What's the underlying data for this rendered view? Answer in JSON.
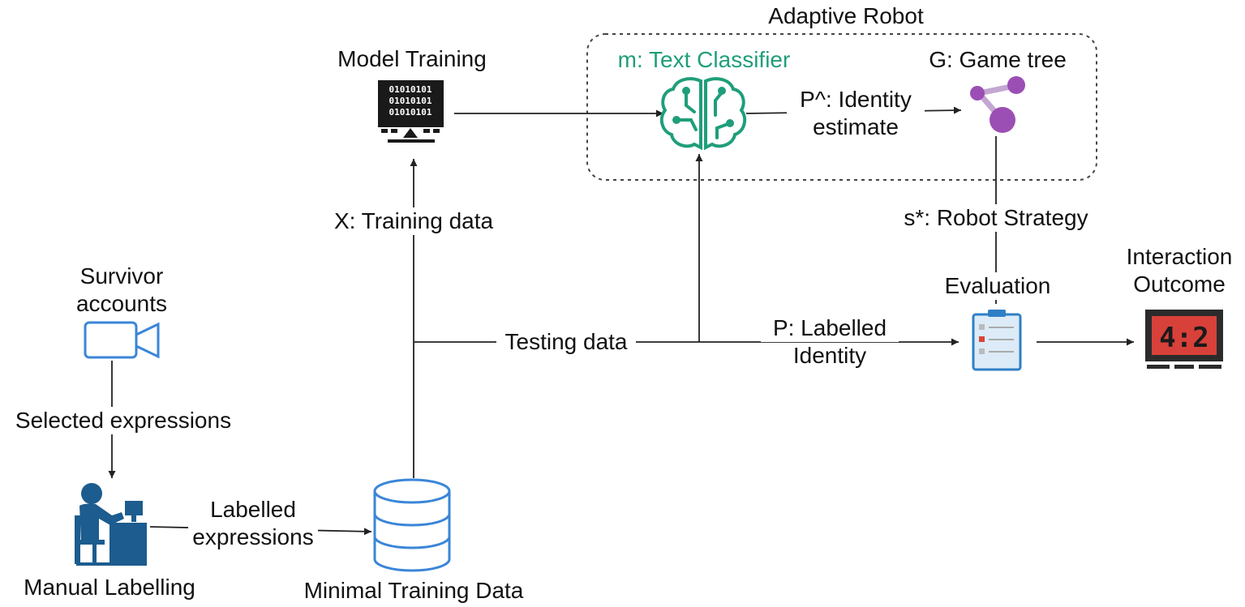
{
  "group": {
    "title": "Adaptive Robot"
  },
  "nodes": {
    "model_training": {
      "label": "Model Training"
    },
    "text_classifier": {
      "label": "m: Text Classifier"
    },
    "game_tree": {
      "label": "G: Game tree"
    },
    "survivor_accounts": {
      "line1": "Survivor",
      "line2": "accounts"
    },
    "manual_labelling": {
      "label": "Manual Labelling"
    },
    "minimal_training_data": {
      "label": "Minimal Training Data"
    },
    "evaluation": {
      "label": "Evaluation"
    },
    "interaction_outcome": {
      "line1": "Interaction",
      "line2": "Outcome",
      "score": "4:2"
    }
  },
  "edges": {
    "identity_estimate": {
      "line1": "P^: Identity",
      "line2": "estimate"
    },
    "training_data": {
      "label": "X: Training data"
    },
    "robot_strategy": {
      "label": "s*: Robot Strategy"
    },
    "testing_data": {
      "label": "Testing data"
    },
    "labelled_identity": {
      "line1": "P: Labelled",
      "line2": "Identity"
    },
    "selected_expressions": {
      "label": "Selected expressions"
    },
    "labelled_expressions": {
      "line1": "Labelled",
      "line2": "expressions"
    }
  },
  "colors": {
    "teal": "#1f9e7a",
    "purple": "#9b4fb4",
    "blue": "#3a86d8",
    "navy": "#1c5c8e",
    "dark": "#222222",
    "red": "#d9443a"
  },
  "icons": {
    "model_training": "computer-binary-icon",
    "text_classifier": "brain-circuit-icon",
    "game_tree": "graph-nodes-icon",
    "survivor_accounts": "video-camera-icon",
    "manual_labelling": "person-at-desk-icon",
    "minimal_training_data": "database-icon",
    "evaluation": "clipboard-checklist-icon",
    "interaction_outcome": "scoreboard-monitor-icon"
  }
}
